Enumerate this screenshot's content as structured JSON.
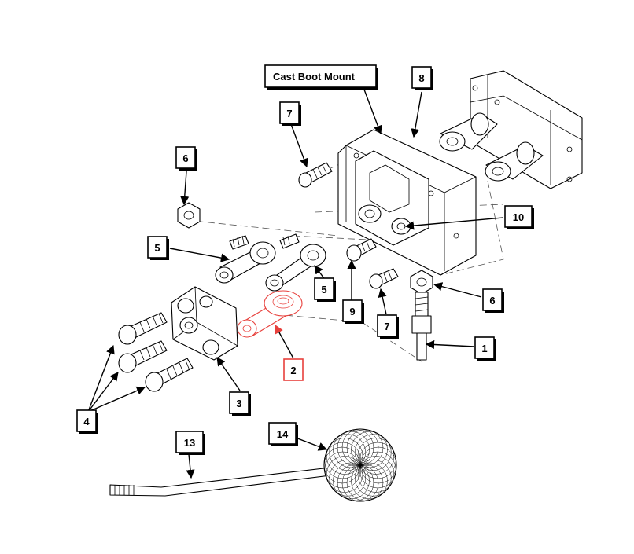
{
  "diagram": {
    "title_label": "Cast Boot Mount",
    "callouts": {
      "c1": "1",
      "c2": "2",
      "c3": "3",
      "c4": "4",
      "c5a": "5",
      "c5b": "5",
      "c6a": "6",
      "c6b": "6",
      "c7a": "7",
      "c7b": "7",
      "c8": "8",
      "c9": "9",
      "c10": "10",
      "c13": "13",
      "c14": "14"
    },
    "highlight_color": "#e8403c",
    "highlighted_callout": "2"
  }
}
